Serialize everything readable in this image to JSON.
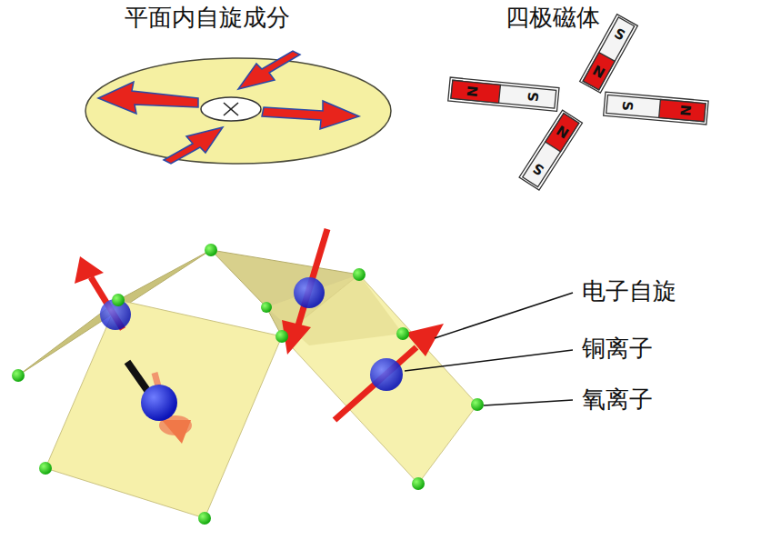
{
  "diagram": {
    "labels": [
      "平面内自旋成分",
      "四极磁体",
      "S",
      "N",
      "N",
      "S",
      "S",
      "N",
      "N",
      "S",
      "电子自旋",
      "铜离子",
      "氧离子"
    ]
  }
}
